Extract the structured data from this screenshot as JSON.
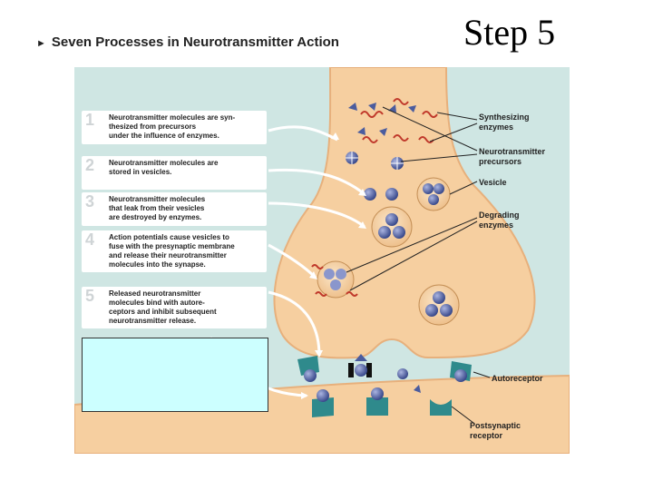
{
  "header": {
    "title": "Seven Processes in Neurotransmitter Action",
    "step_title": "Step 5"
  },
  "steps": [
    {
      "number": "1",
      "text": "Neurotransmitter molecules are syn-\nthesized from precursors\nunder the influence of enzymes."
    },
    {
      "number": "2",
      "text": "Neurotransmitter molecules are\nstored in vesicles."
    },
    {
      "number": "3",
      "text": "Neurotransmitter molecules\nthat leak from their vesicles\nare destroyed by enzymes."
    },
    {
      "number": "4",
      "text": "Action potentials cause vesicles to\nfuse with the presynaptic membrane\nand release their neurotransmitter\nmolecules into the synapse."
    },
    {
      "number": "5",
      "text": "Released neurotransmitter\nmolecules bind with autore-\nceptors and inhibit subsequent\nneurotransmitter release."
    }
  ],
  "labels": {
    "synthesizing_enzymes": "Synthesizing\nenzymes",
    "neurotransmitter_precursors": "Neurotransmitter\nprecursors",
    "vesicle": "Vesicle",
    "degrading_enzymes": "Degrading\nenzymes",
    "autoreceptor": "Autoreceptor",
    "postsynaptic_receptor": "Postsynaptic\nreceptor"
  },
  "colors": {
    "panel_bg": "#cfe6e3",
    "terminal": "#f6cfa0",
    "molecule": "#4b5c9e",
    "receptor": "#2f8a8c",
    "enzyme": "#c0392b",
    "blank_box": "#ccffff"
  }
}
